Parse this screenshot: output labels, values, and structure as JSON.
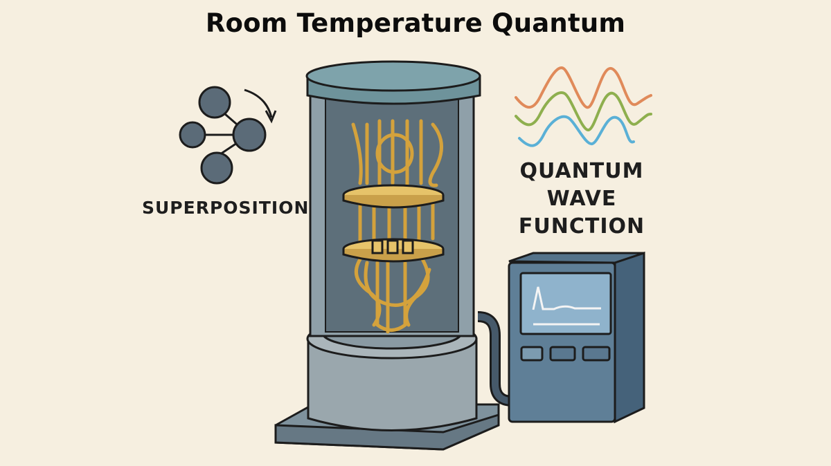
{
  "title": "Room Temperature Quantum",
  "left_icon": {
    "name": "superposition-diagram",
    "label": "SUPERPOSITION"
  },
  "right_icon": {
    "name": "wave-function-diagram",
    "label_lines": [
      "QUANTUM",
      "WAVE",
      "FUNCTION"
    ],
    "wave_colors": [
      "#e08a5a",
      "#8eaf4e",
      "#5ab0d6"
    ]
  },
  "center_illustration": {
    "name": "dilution-refrigerator-cryostat",
    "wire_color": "#d4a23c",
    "plate_color": "#e6c36a",
    "cylinder_color": "#8fa2ac",
    "lid_color": "#7a9ea6"
  },
  "monitor": {
    "name": "control-monitor",
    "body_color": "#5f7f97",
    "screen_color": "#8fb3cc",
    "button_count": 3
  },
  "colors": {
    "background": "#f6efe0",
    "outline": "#1c1c1c",
    "node_fill": "#5b6b78"
  }
}
